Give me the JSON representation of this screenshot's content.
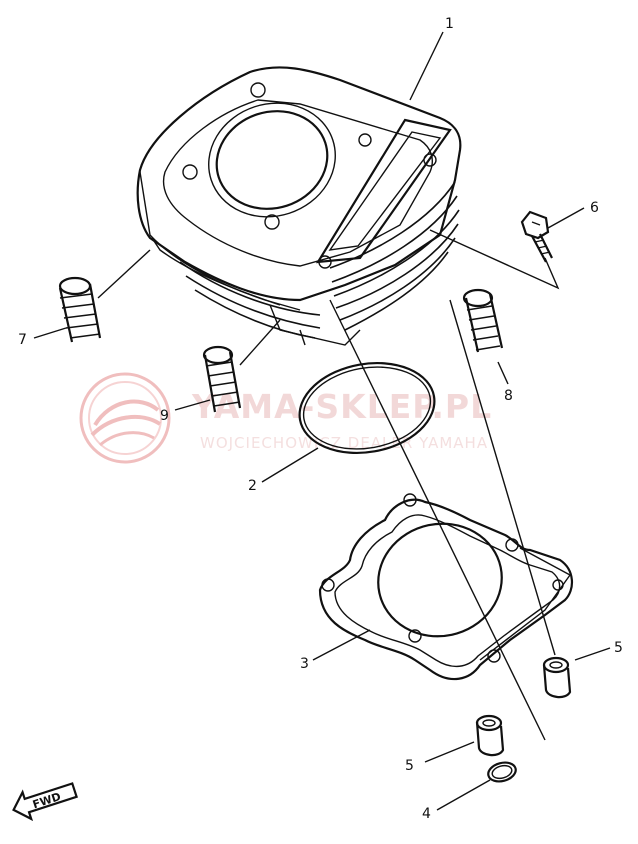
{
  "diagram": {
    "callouts": [
      {
        "id": "1",
        "label": "1"
      },
      {
        "id": "2",
        "label": "2"
      },
      {
        "id": "3",
        "label": "3"
      },
      {
        "id": "4",
        "label": "4"
      },
      {
        "id": "5a",
        "label": "5"
      },
      {
        "id": "5b",
        "label": "5"
      },
      {
        "id": "6",
        "label": "6"
      },
      {
        "id": "7",
        "label": "7"
      },
      {
        "id": "8",
        "label": "8"
      },
      {
        "id": "9",
        "label": "9"
      }
    ],
    "fwd_label": "FWD"
  },
  "watermark": {
    "brand": "YAMA-SKLEP.PL",
    "subtitle": "WOJCIECHOWICZ DEALER YAMAHA",
    "color": "#e07a7a"
  }
}
